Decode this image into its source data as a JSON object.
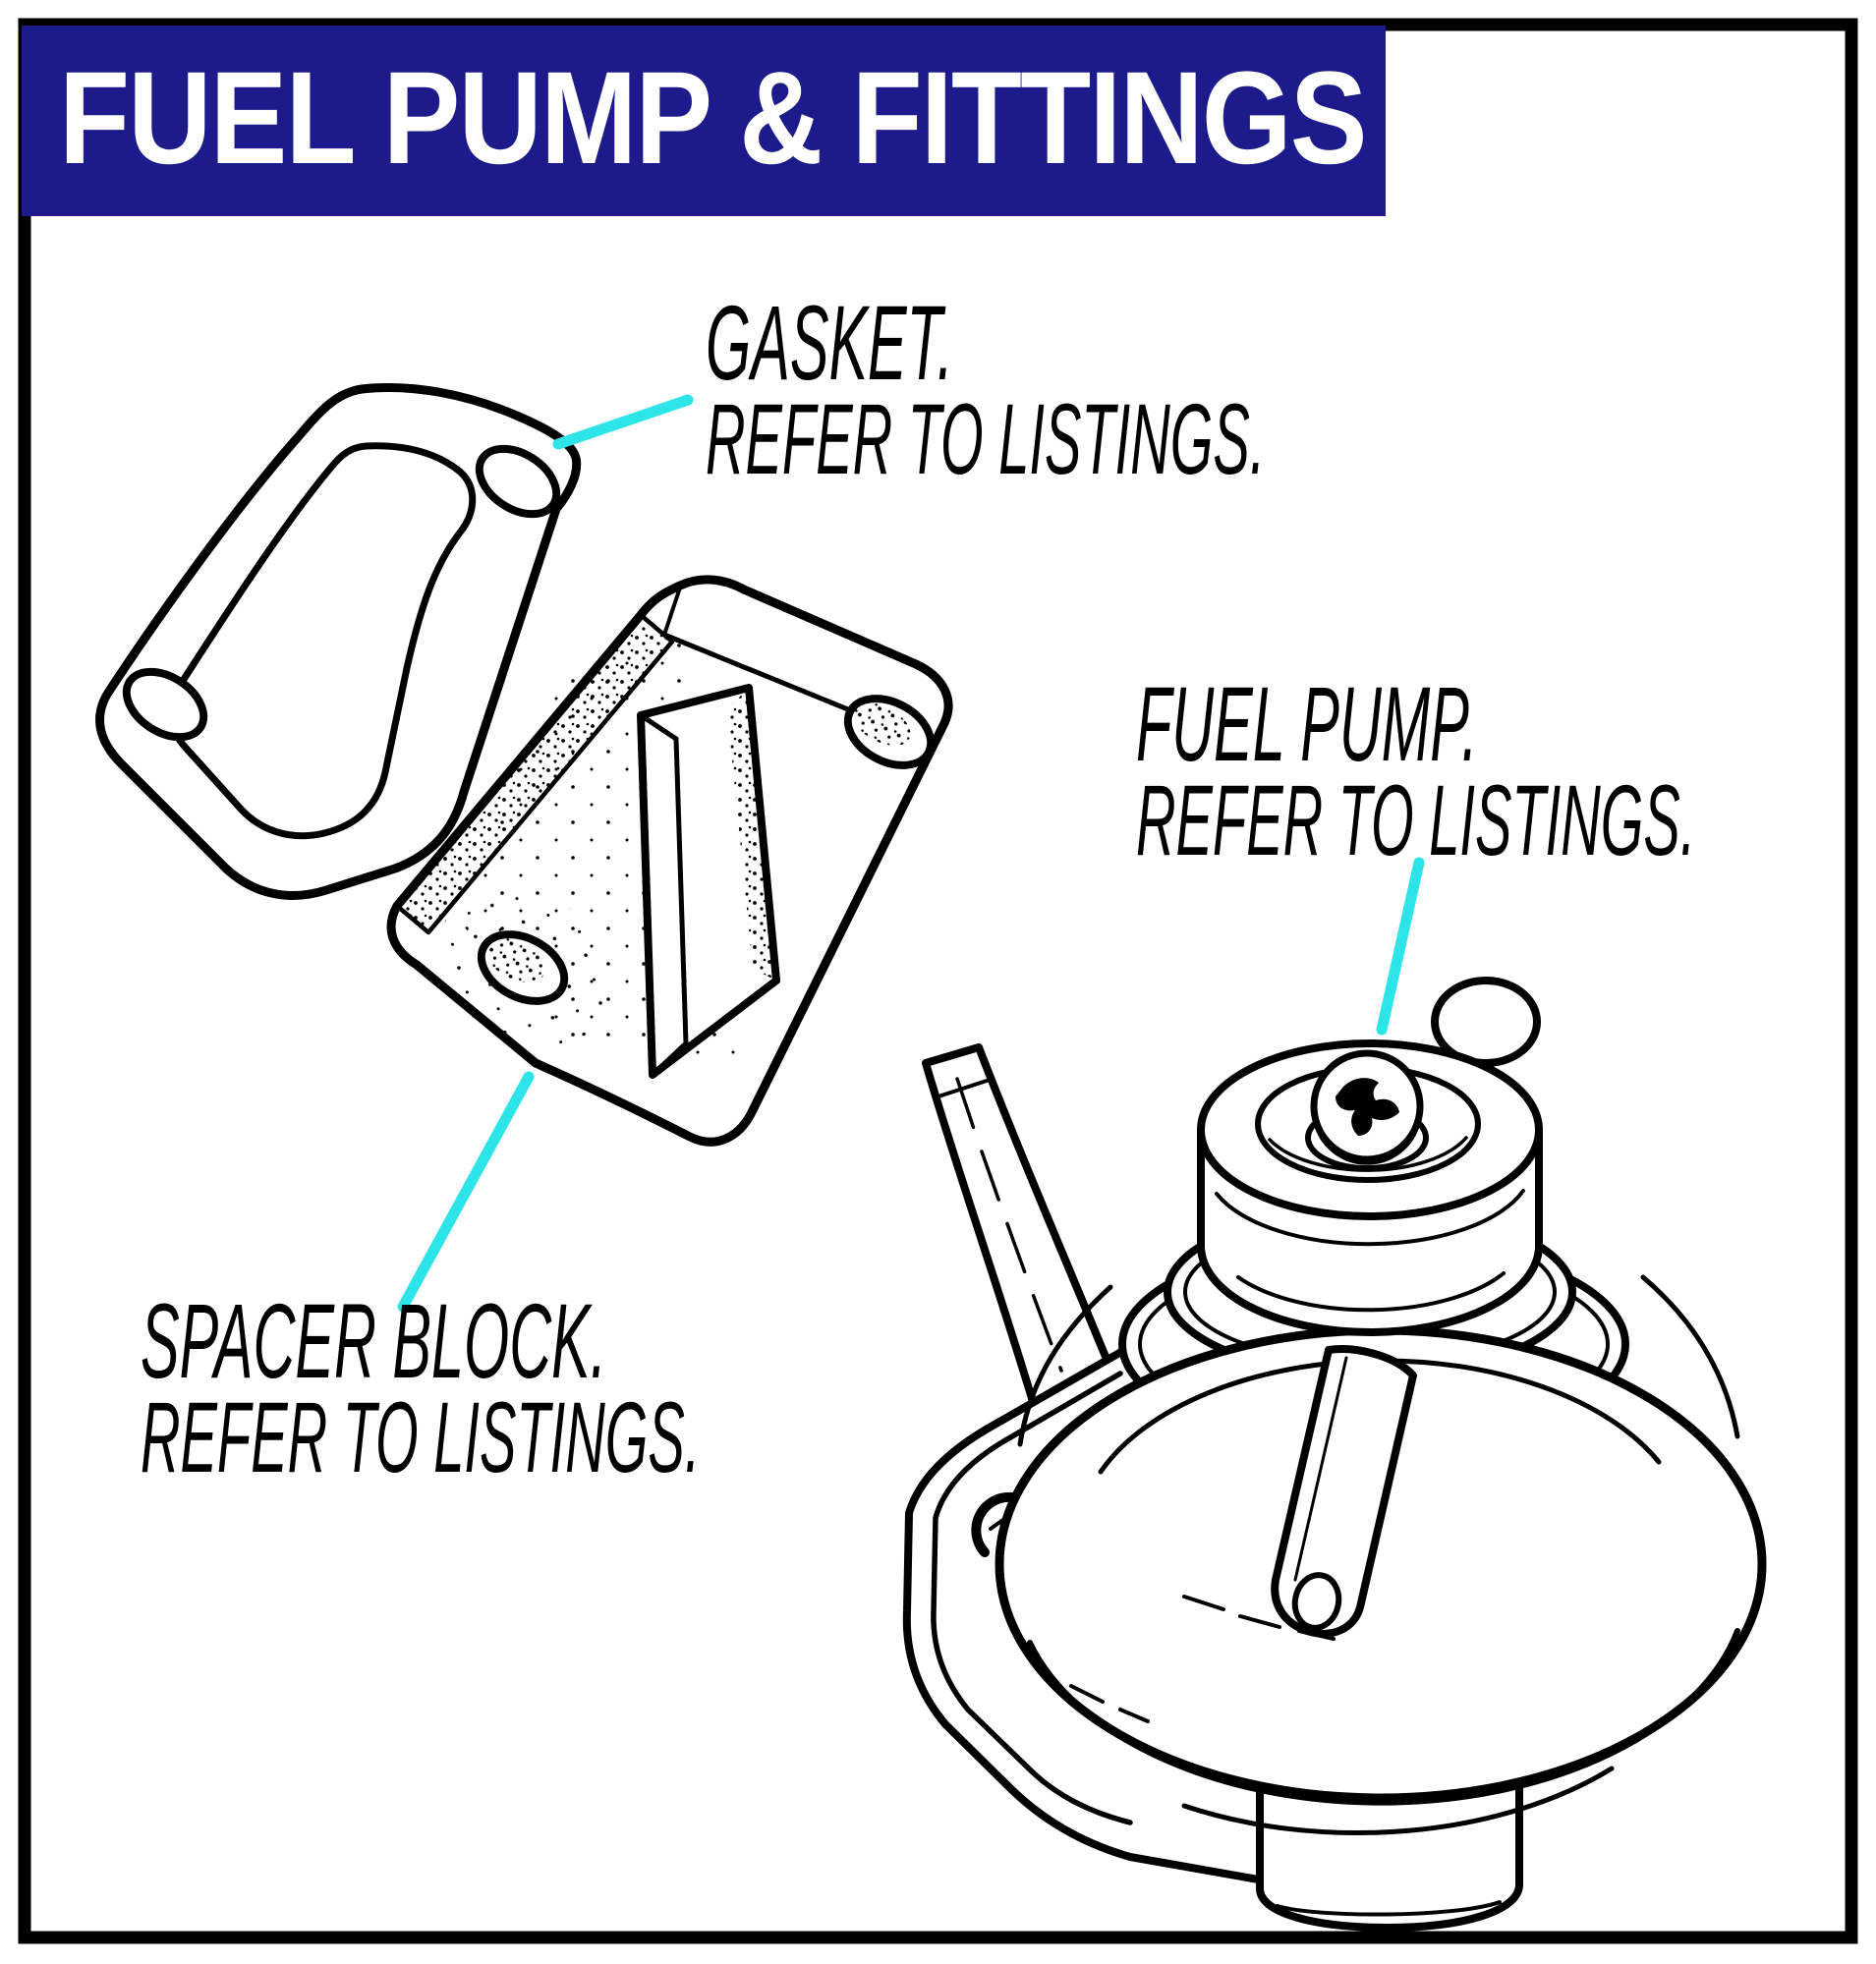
{
  "page": {
    "title": "FUEL PUMP & FITTINGS"
  },
  "colors": {
    "banner_navy": "#1d1b8c",
    "leader_cyan": "#2de4e8",
    "ink": "#000000",
    "paper": "#ffffff"
  },
  "labels": {
    "gasket": {
      "name": "GASKET.",
      "note": "REFER TO LISTINGS."
    },
    "fuel_pump": {
      "name": "FUEL PUMP.",
      "note": "REFER TO LISTINGS."
    },
    "spacer_block": {
      "name": "SPACER BLOCK.",
      "note": "REFER TO LISTINGS."
    }
  }
}
